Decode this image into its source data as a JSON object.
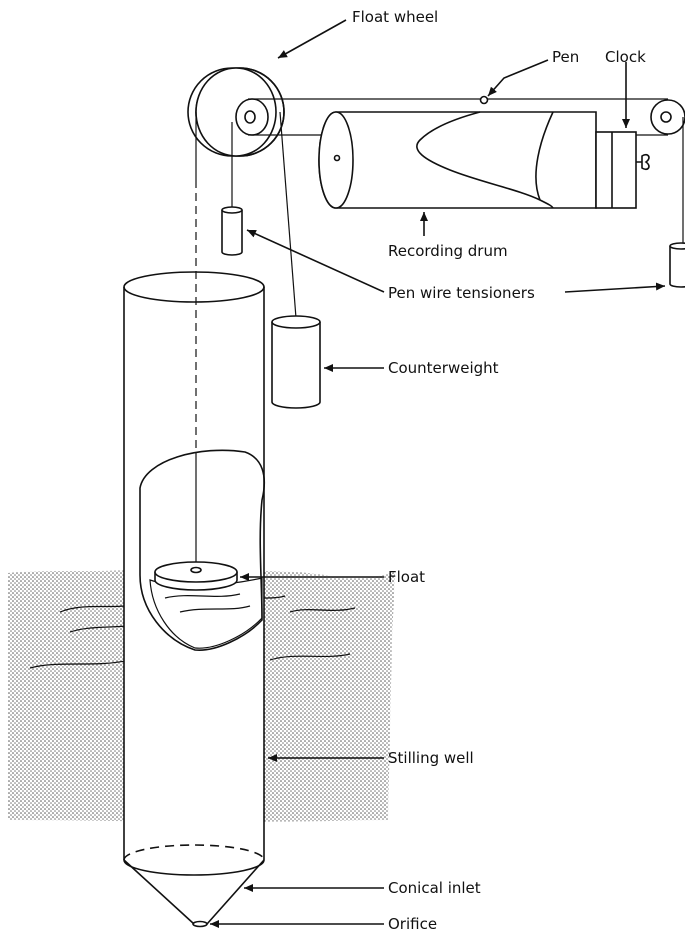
{
  "labels": {
    "float_wheel": "Float wheel",
    "pen": "Pen",
    "clock": "Clock",
    "recording_drum": "Recording drum",
    "pen_wire_tensioners": "Pen wire tensioners",
    "counterweight": "Counterweight",
    "float": "Float",
    "stilling_well": "Stilling well",
    "conical_inlet": "Conical inlet",
    "orifice": "Orifice"
  }
}
